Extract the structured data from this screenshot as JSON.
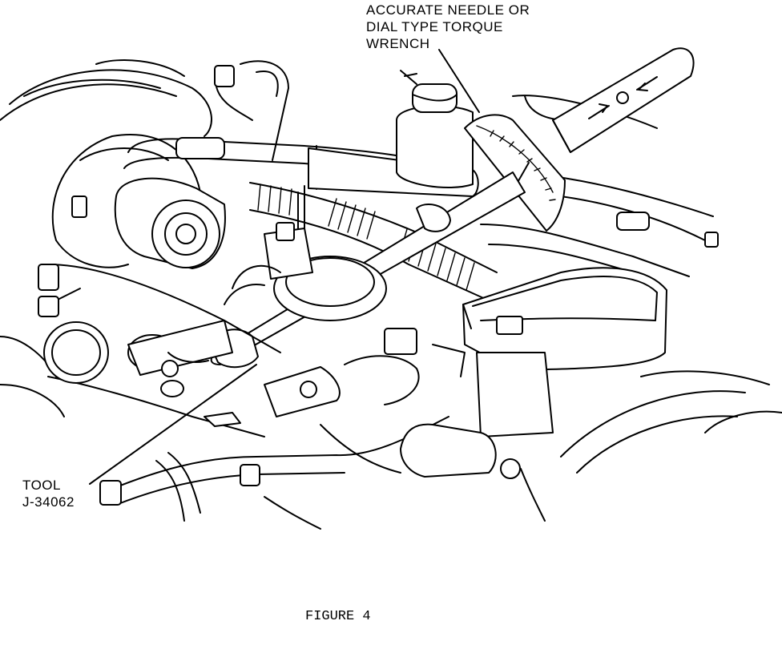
{
  "labels": {
    "wrench": [
      "ACCURATE NEEDLE OR",
      "DIAL TYPE TORQUE",
      "WRENCH"
    ],
    "tool": [
      "TOOL",
      "J-34062"
    ]
  },
  "caption": "FIGURE 4"
}
